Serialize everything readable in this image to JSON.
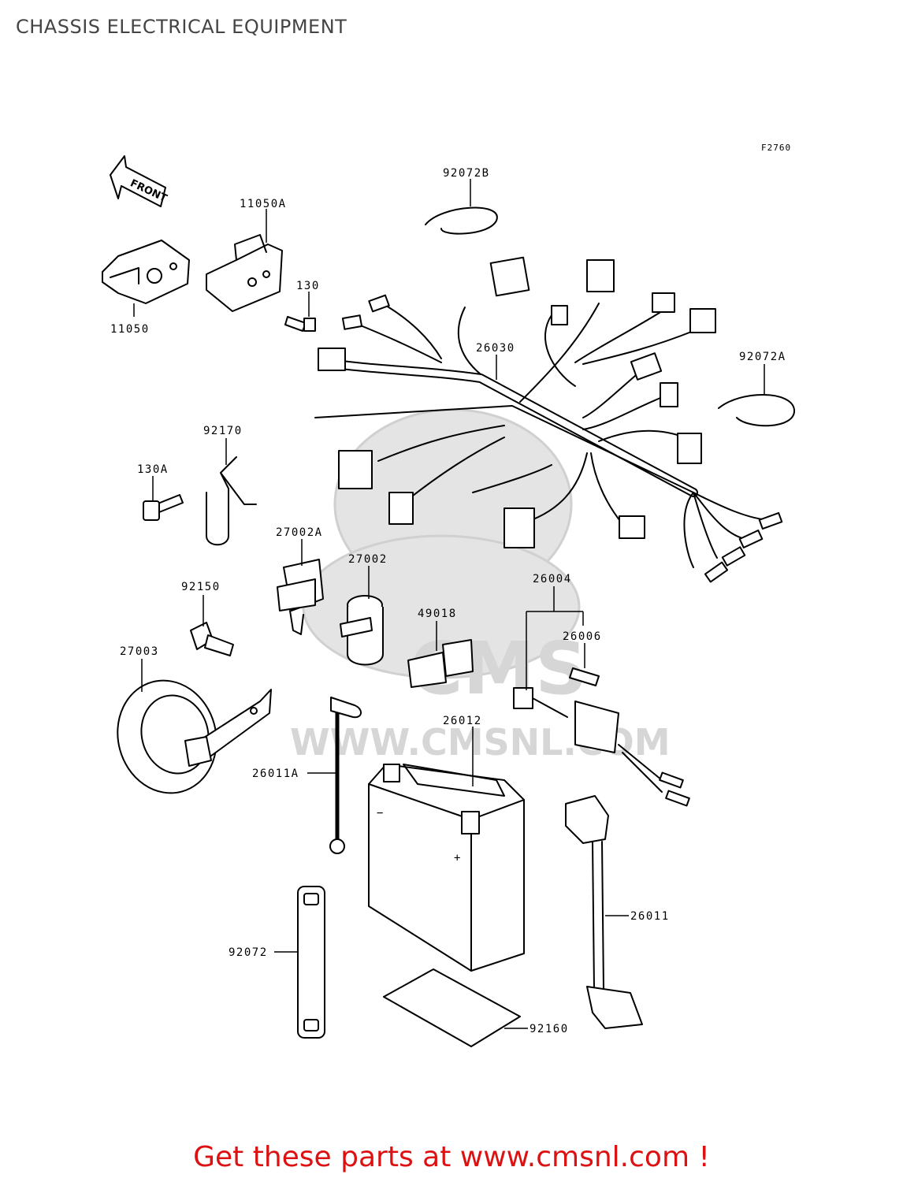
{
  "header": {
    "title": "CHASSIS ELECTRICAL EQUIPMENT"
  },
  "diagram": {
    "figure_code": "F2760",
    "front_marker": "FRONT",
    "watermark": {
      "brand": "CMS",
      "url": "WWW.CMSNL.COM"
    },
    "callouts": [
      {
        "id": "11050A",
        "label": "11050A"
      },
      {
        "id": "11050",
        "label": "11050"
      },
      {
        "id": "130",
        "label": "130"
      },
      {
        "id": "92072B",
        "label": "92072B"
      },
      {
        "id": "26030",
        "label": "26030"
      },
      {
        "id": "92072A",
        "label": "92072A"
      },
      {
        "id": "92170",
        "label": "92170"
      },
      {
        "id": "130A",
        "label": "130A"
      },
      {
        "id": "27002A",
        "label": "27002A"
      },
      {
        "id": "27002",
        "label": "27002"
      },
      {
        "id": "92150",
        "label": "92150"
      },
      {
        "id": "26004",
        "label": "26004"
      },
      {
        "id": "49018",
        "label": "49018"
      },
      {
        "id": "26006",
        "label": "26006"
      },
      {
        "id": "27003",
        "label": "27003"
      },
      {
        "id": "26012",
        "label": "26012"
      },
      {
        "id": "26011A",
        "label": "26011A"
      },
      {
        "id": "26011",
        "label": "26011"
      },
      {
        "id": "92072",
        "label": "92072"
      },
      {
        "id": "92160",
        "label": "92160"
      }
    ]
  },
  "footer": {
    "text": "Get these parts at www.cmsnl.com !"
  },
  "colors": {
    "footer_text": "#dd1111",
    "title_text": "#444444",
    "line_art": "#000000",
    "watermark": "#d6d6d6"
  }
}
